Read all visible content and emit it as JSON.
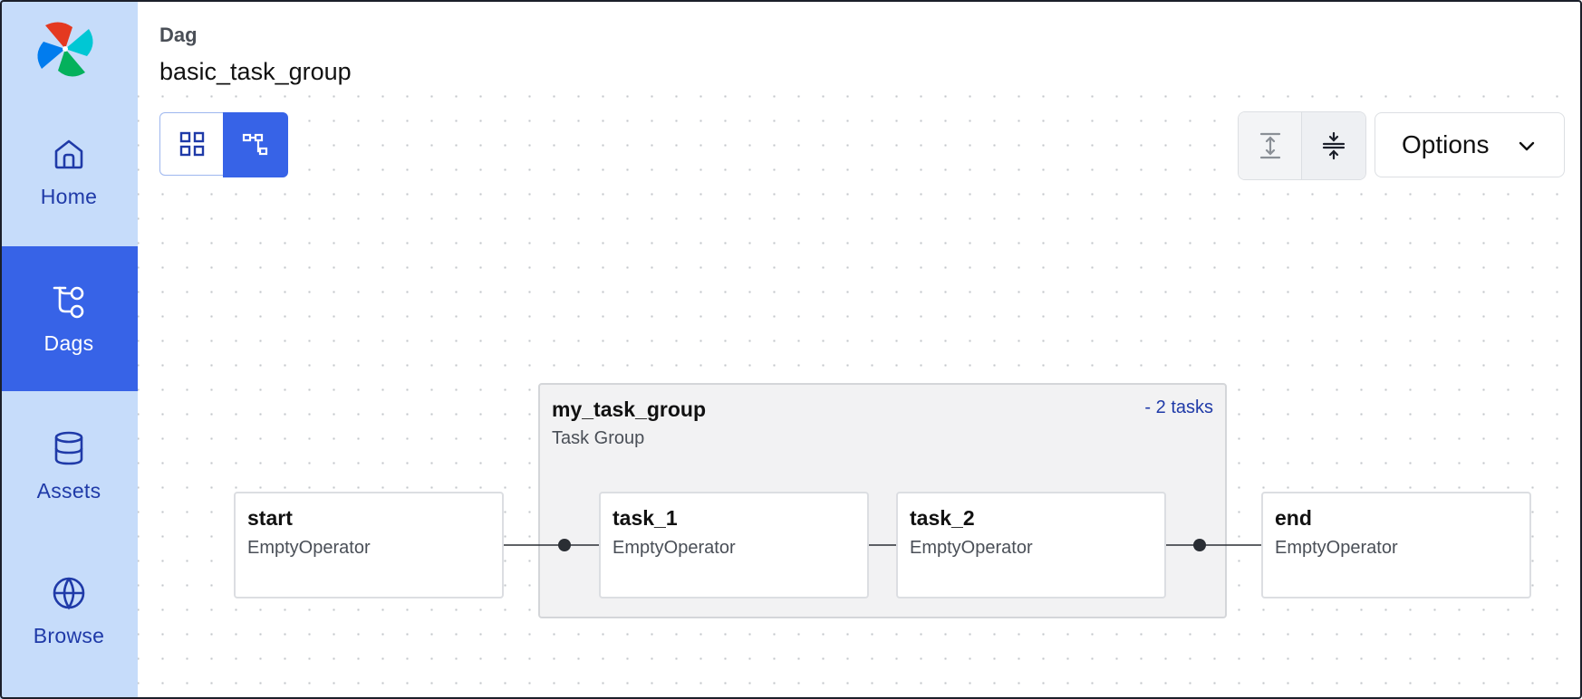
{
  "sidebar": {
    "items": [
      {
        "label": "Home",
        "icon": "home-icon",
        "active": false
      },
      {
        "label": "Dags",
        "icon": "dags-icon",
        "active": true
      },
      {
        "label": "Assets",
        "icon": "database-icon",
        "active": false
      },
      {
        "label": "Browse",
        "icon": "globe-icon",
        "active": false
      }
    ]
  },
  "header": {
    "label": "Dag",
    "dag_name": "basic_task_group"
  },
  "toolbar": {
    "view_modes": [
      {
        "icon": "grid-view-icon",
        "active": false
      },
      {
        "icon": "graph-view-icon",
        "active": true
      }
    ],
    "height_toggles": [
      {
        "icon": "expand-vertical-icon"
      },
      {
        "icon": "collapse-vertical-icon"
      }
    ],
    "options_label": "Options"
  },
  "graph": {
    "group": {
      "name": "my_task_group",
      "type": "Task Group",
      "count_label": "- 2 tasks"
    },
    "nodes": [
      {
        "name": "start",
        "operator": "EmptyOperator"
      },
      {
        "name": "task_1",
        "operator": "EmptyOperator"
      },
      {
        "name": "task_2",
        "operator": "EmptyOperator"
      },
      {
        "name": "end",
        "operator": "EmptyOperator"
      }
    ]
  },
  "colors": {
    "sidebar_bg": "#c6dcfa",
    "accent": "#3763e7",
    "nav_text": "#1f3aa8"
  }
}
